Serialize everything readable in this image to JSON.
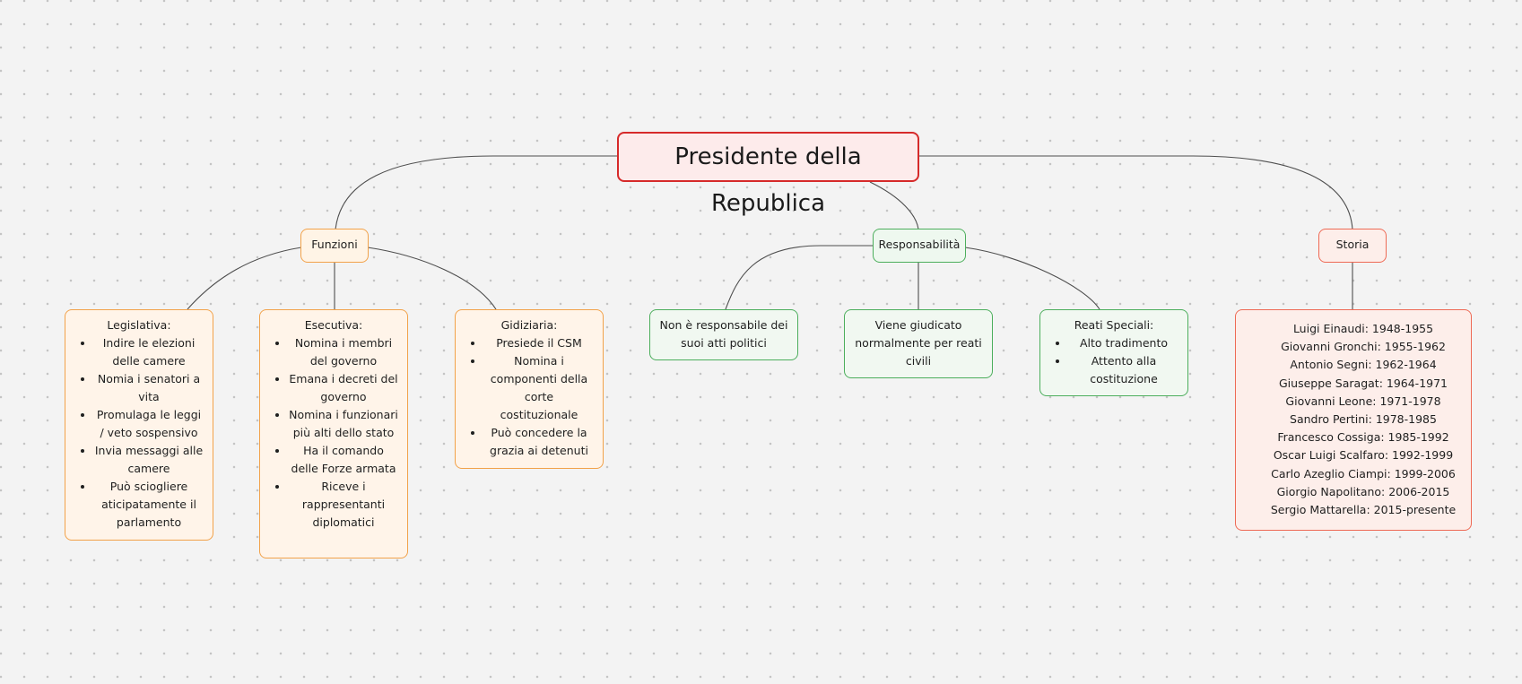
{
  "root": {
    "label": "Presidente della Republica"
  },
  "categories": {
    "funzioni": "Funzioni",
    "responsabilita": "Responsabilità",
    "storia": "Storia"
  },
  "legislativa": {
    "title": "Legislativa:",
    "items": [
      "Indire le elezioni delle camere",
      "Nomia i senatori a vita",
      "Promulaga le leggi / veto sospensivo",
      "Invia messaggi alle camere",
      "Può sciogliere aticipatamente il parlamento"
    ]
  },
  "esecutiva": {
    "title": "Esecutiva:",
    "items": [
      "Nomina i membri del governo",
      "Emana i decreti del governo",
      "Nomina i funzionari più alti dello stato",
      "Ha il comando delle Forze armata",
      "Riceve i rappresentanti diplomatici"
    ]
  },
  "giudiziaria": {
    "title": "Gidiziaria:",
    "items": [
      "Presiede il CSM",
      "Nomina i componenti della corte costituzionale",
      "Può concedere la grazia ai detenuti"
    ]
  },
  "resp_leaves": {
    "non_responsabile": "Non è responsabile dei suoi atti politici",
    "giudicato": "Viene giudicato normalmente per reati civili"
  },
  "reati": {
    "title": "Reati Speciali:",
    "items": [
      "Alto tradimento",
      "Attento alla costituzione"
    ]
  },
  "storia_list": [
    "Luigi Einaudi: 1948-1955",
    "Giovanni Gronchi: 1955-1962",
    "Antonio Segni: 1962-1964",
    "Giuseppe Saragat: 1964-1971",
    "Giovanni Leone: 1971-1978",
    "Sandro Pertini: 1978-1985",
    "Francesco Cossiga: 1985-1992",
    "Oscar Luigi Scalfaro: 1992-1999",
    "Carlo Azeglio Ciampi: 1999-2006",
    "Giorgio Napolitano: 2006-2015",
    "Sergio Mattarella: 2015-presente"
  ]
}
